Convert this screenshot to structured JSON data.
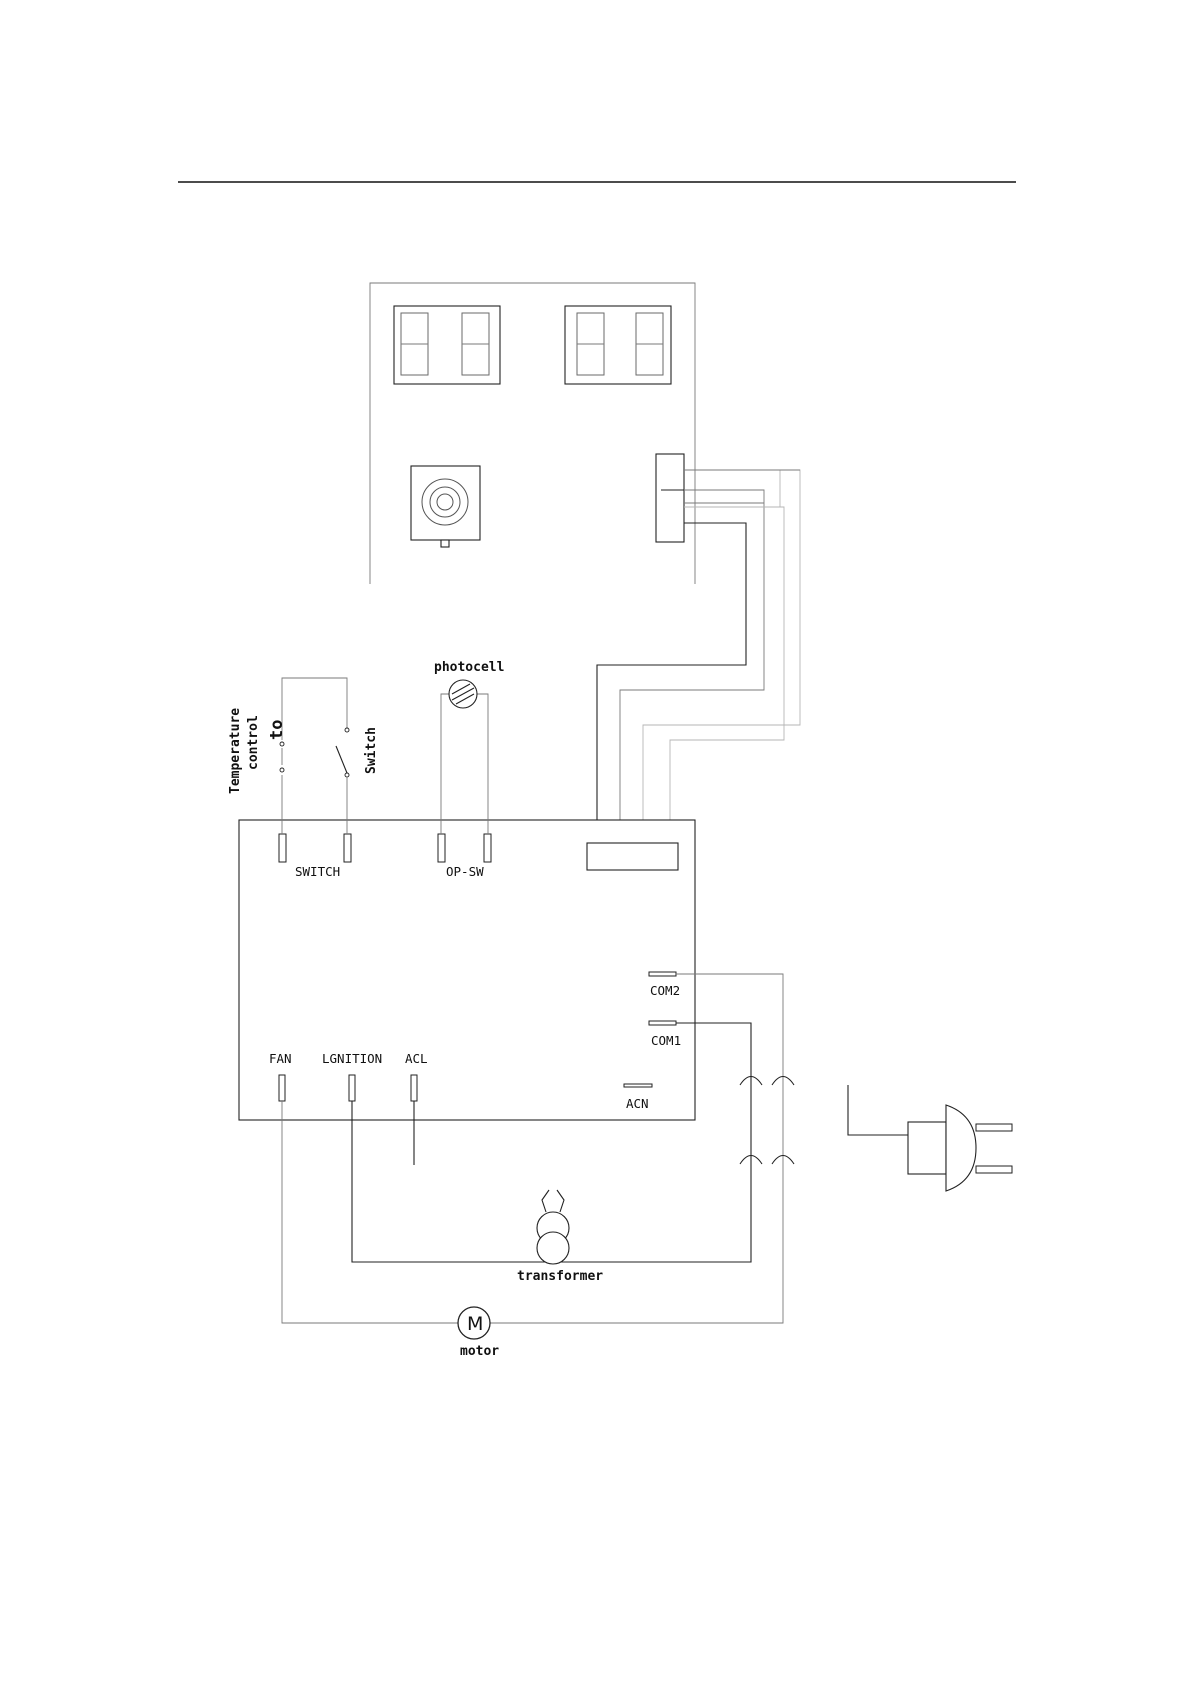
{
  "labels": {
    "temperature": "Temperature",
    "control": "control",
    "to": "to",
    "switch_side": "Switch",
    "photocell": "photocell",
    "switch_terminal": "SWITCH",
    "op_sw": "OP-SW",
    "com2": "COM2",
    "com1": "COM1",
    "fan": "FAN",
    "ignition": "LGNITION",
    "acl": "ACL",
    "acn": "ACN",
    "transformer": "transformer",
    "motor_symbol": "M",
    "motor": "motor"
  },
  "icons": {
    "photocell": "photocell-icon",
    "motor": "motor-icon",
    "transformer": "transformer-icon",
    "plug": "power-plug-icon",
    "knob": "rotary-knob-icon"
  }
}
